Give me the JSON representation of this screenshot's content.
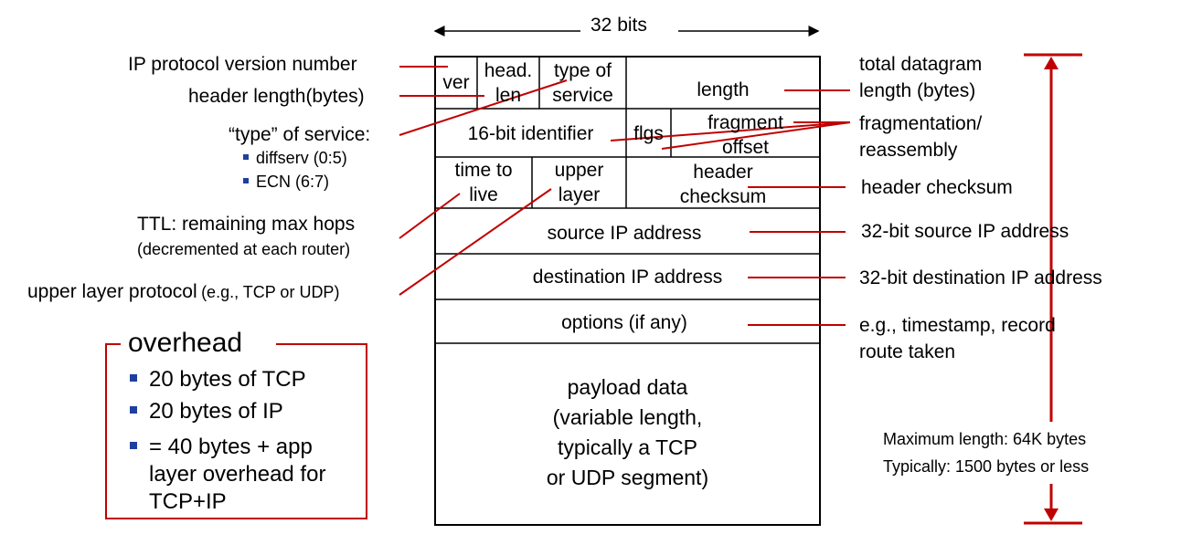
{
  "colors": {
    "accent": "#c00000",
    "bullet": "#1f3f9f",
    "ink": "#000000"
  },
  "header": {
    "width_label": "32 bits"
  },
  "fields": {
    "ver": "ver",
    "head_len_1": "head.",
    "head_len_2": "len",
    "tos_1": "type of",
    "tos_2": "service",
    "length": "length",
    "identifier": "16-bit identifier",
    "flags": "flgs",
    "frag_1": "fragment",
    "frag_2": "offset",
    "ttl_1": "time to",
    "ttl_2": "live",
    "upper_1": "upper",
    "upper_2": "layer",
    "checksum_1": "header",
    "checksum_2": "checksum",
    "source": "source IP address",
    "destination": "destination IP address",
    "options": "options (if any)",
    "payload": [
      "payload data",
      "(variable length,",
      "typically a TCP",
      "or UDP segment)"
    ]
  },
  "left_labels": {
    "version": "IP protocol version number",
    "header_length": "header length(bytes)",
    "tos_title": "“type” of service:",
    "tos_items": [
      "diffserv (0:5)",
      "ECN (6:7)"
    ],
    "ttl_1": "TTL: remaining  max hops",
    "ttl_2": "(decremented at each router)",
    "upper_main": "upper layer protocol",
    "upper_small": "(e.g., TCP or UDP)"
  },
  "right_labels": {
    "total_1": "total datagram",
    "total_2": "length (bytes)",
    "frag_1": "fragmentation/",
    "frag_2": "reassembly",
    "checksum": "header checksum",
    "source": "32-bit source IP address",
    "destination": "32-bit destination IP address",
    "options_1": "e.g., timestamp, record",
    "options_2": "route taken"
  },
  "overhead": {
    "title": "overhead",
    "items": [
      "20 bytes of TCP",
      "20 bytes of IP",
      "= 40 bytes + app",
      "layer overhead for",
      "TCP+IP"
    ]
  },
  "max_length": {
    "line1": "Maximum length: 64K bytes",
    "line2": "Typically: 1500 bytes or less"
  }
}
